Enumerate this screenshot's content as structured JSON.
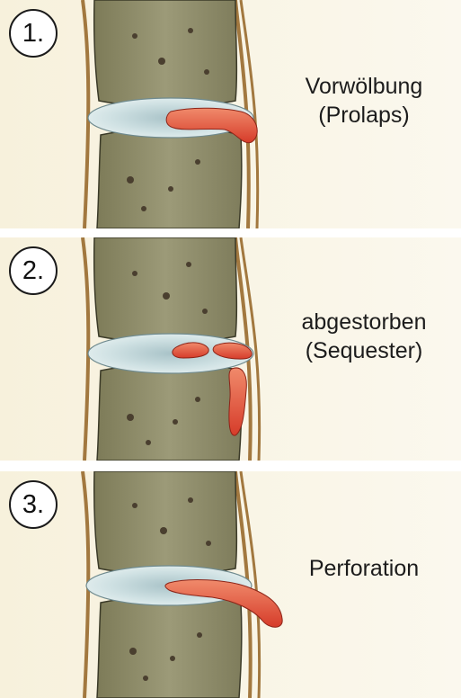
{
  "panels": [
    {
      "number": "1.",
      "lines": [
        "Vorwölbung",
        "(Prolaps)"
      ]
    },
    {
      "number": "2.",
      "lines": [
        "abgestorben",
        "(Sequester)"
      ]
    },
    {
      "number": "3.",
      "lines": [
        "Perforation"
      ]
    }
  ],
  "colors": {
    "background": "#f8f3e2",
    "bone": "#8f8d6a",
    "disc": "#c9dde0",
    "herniation": "#e0553f",
    "nerve_canal": "#a2783f"
  }
}
